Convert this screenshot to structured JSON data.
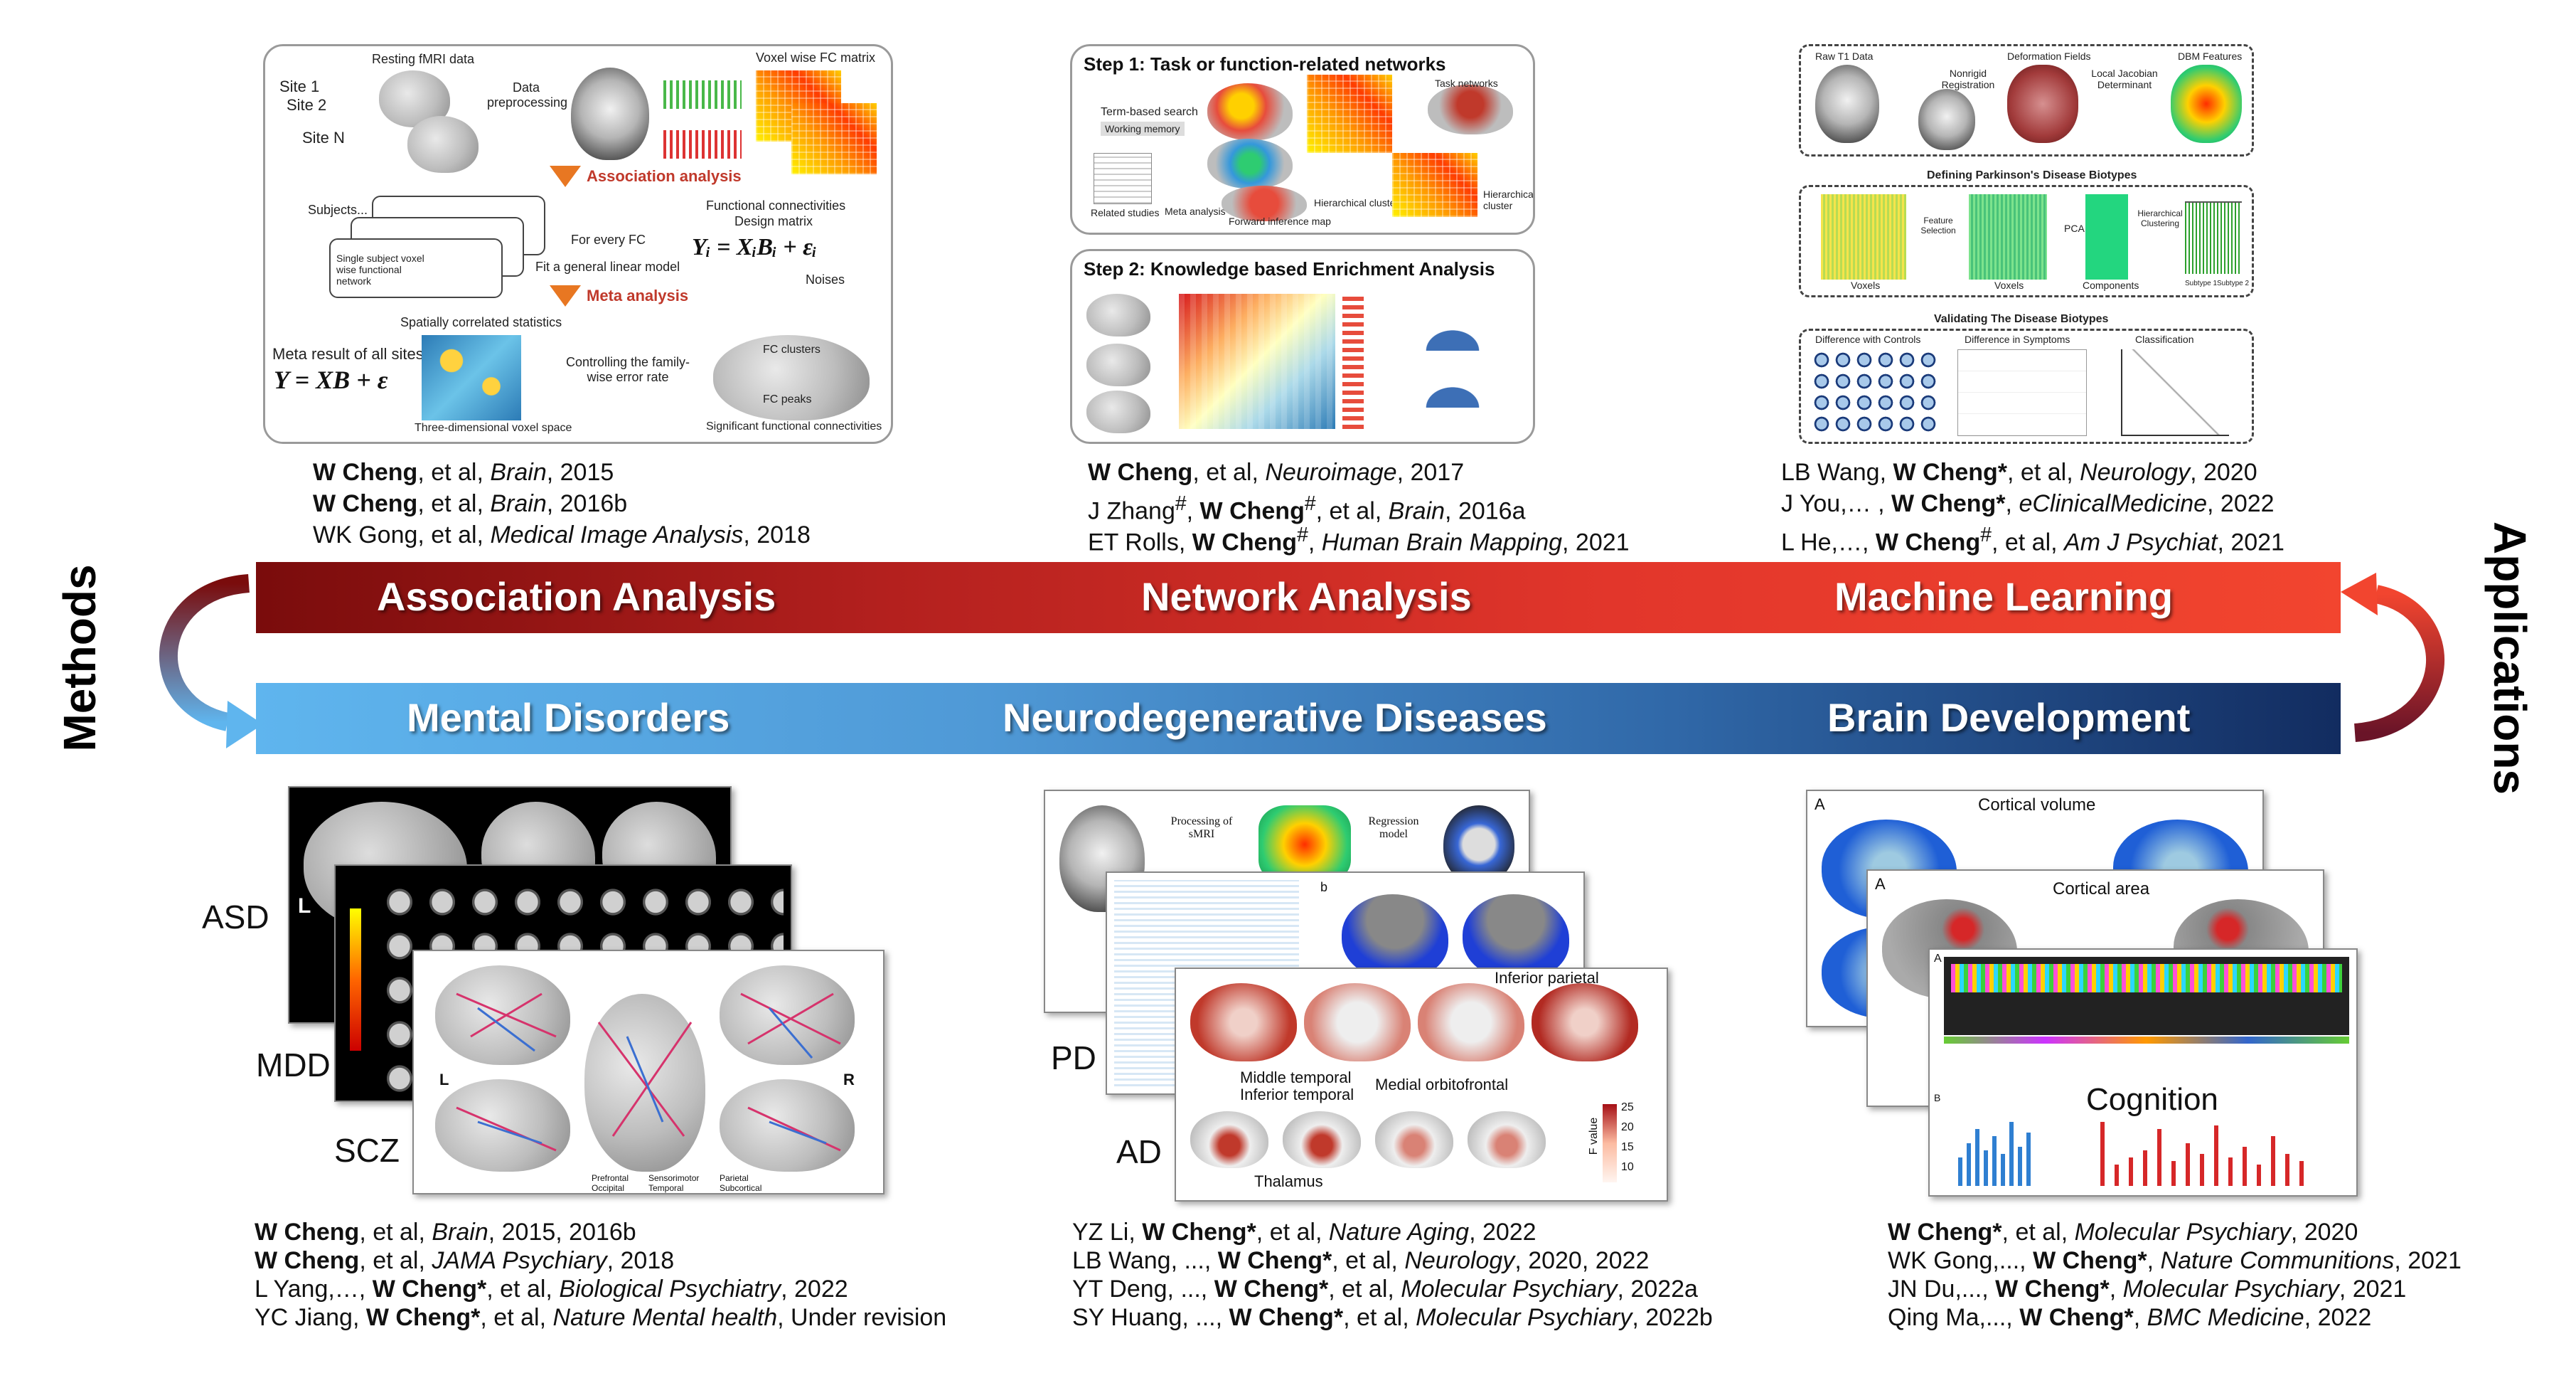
{
  "methods_label": "Methods",
  "applications_label": "Applications",
  "method_bar": {
    "items": [
      "Association Analysis",
      "Network Analysis",
      "Machine Learning"
    ]
  },
  "application_bar": {
    "items": [
      "Mental Disorders",
      "Neurodegenerative Diseases",
      "Brain Development"
    ]
  },
  "panel_association": {
    "resting_fmri": "Resting fMRI data",
    "site1": "Site 1",
    "site2": "Site 2",
    "siteN": "Site N",
    "data_preprocessing": "Data preprocessing",
    "voxel_fc": "Voxel wise FC matrix",
    "association_analysis": "Association analysis",
    "subjects": "Subjects...",
    "single_subject": "Single subject voxel wise functional network",
    "for_every_fc": "For every FC",
    "fit_glm": "Fit a general linear model",
    "functional_connectivities": "Functional connectivities",
    "design_matrix": "Design matrix",
    "noises": "Noises",
    "equation1": "Yᵢ = XᵢBᵢ + εᵢ",
    "meta_analysis": "Meta analysis",
    "meta_result": "Meta result of all sites",
    "equation2": "Y = XB + ε",
    "spatial_stats": "Spatially correlated statistics",
    "three_dim": "Three-dimensional voxel space",
    "controlling": "Controlling the family-wise error rate",
    "fc_clusters": "FC clusters",
    "fc_peaks": "FC peaks",
    "significant_fc": "Significant functional connectivities"
  },
  "panel_network": {
    "step1": "Step 1:  Task or function-related networks",
    "task_networks": "Task networks",
    "term_search": "Term-based search",
    "working_memory": "Working memory",
    "related_studies": "Related studies",
    "meta_analysis": "Meta analysis",
    "forward_map": "Forward inference map",
    "hierarchical_analysis": "Hierarchical clustering analysis",
    "hierarchical_cluster": "Hierarchical cluster",
    "step2": "Step 2: Knowledge based Enrichment Analysis"
  },
  "panel_ml": {
    "raw_t1": "Raw T1 Data",
    "nonrigid": "Nonrigid Registration",
    "deformation": "Deformation Fields",
    "jacobian": "Local Jacobian Determinant",
    "dbm": "DBM Features",
    "defining": "Defining Parkinson's Disease Biotypes",
    "feature_selection": "Feature Selection",
    "pca": "PCA",
    "hier_clustering": "Hierarchical Clustering",
    "voxels": "Voxels",
    "components": "Components",
    "subtype1": "Subtype 1",
    "subtype2": "Subtype 2",
    "validating": "Validating The Disease Biotypes",
    "difference_controls": "Difference with Controls",
    "difference_symptoms": "Difference in Symptoms",
    "classification": "Classification"
  },
  "citations_methods": {
    "association": [
      {
        "author": "W Cheng",
        "rest": ", et al, ",
        "journal": "Brain",
        "year": ", 2015"
      },
      {
        "author": "W Cheng",
        "rest": ", et al, ",
        "journal": "Brain",
        "year": ", 2016b"
      },
      {
        "author": "WK Gong",
        "rest": ", et al, ",
        "journal": "Medical Image Analysis",
        "year": ", 2018"
      }
    ],
    "network": [
      {
        "author": "W Cheng",
        "rest": ", et al, ",
        "journal": "Neuroimage",
        "year": ", 2017"
      },
      {
        "pre": "J Zhang",
        "pre_sup": "#",
        "mid": ", ",
        "author": "W Cheng",
        "sup": "#",
        "rest": ", et al, ",
        "journal": "Brain",
        "year": ", 2016a"
      },
      {
        "pre": "ET Rolls, ",
        "author": "W Cheng",
        "sup": "#",
        "rest": ", ",
        "journal": "Human Brain Mapping",
        "year": ", 2021"
      }
    ],
    "ml": [
      {
        "pre": "LB Wang, ",
        "author": "W Cheng*",
        "rest": ", et al, ",
        "journal": "Neurology",
        "year": ", 2020"
      },
      {
        "pre": "J You,… , ",
        "author": "W Cheng*",
        "rest": ", ",
        "journal": "eClinicalMedicine",
        "year": ", 2022"
      },
      {
        "pre": "L He,…, ",
        "author": "W Cheng",
        "sup": "#",
        "rest": ", et al, ",
        "journal": "Am J Psychiat",
        "year": ", 2021"
      }
    ]
  },
  "disorders": [
    "ASD",
    "MDD",
    "SCZ"
  ],
  "neuro_labels": [
    "PD",
    "AD"
  ],
  "fig_mental": {
    "L": "L",
    "R": "R",
    "legend": [
      "Prefrontal",
      "Sensorimotor",
      "Parietal",
      "Occipital",
      "Temporal",
      "Subcortical"
    ]
  },
  "fig_neuro": {
    "processing": "Processing of sMRI",
    "regression": "Regression model",
    "inferior_parietal": "Inferior parietal",
    "middle_temporal": "Middle temporal",
    "inferior_temporal": "Inferior temporal",
    "medial_orbitofrontal": "Medial orbitofrontal",
    "thalamus": "Thalamus",
    "fvalue": "F value",
    "scale": [
      "25",
      "20",
      "15",
      "10"
    ],
    "panel_b": "b"
  },
  "fig_dev": {
    "cortical_volume": "Cortical volume",
    "cortical_area": "Cortical area",
    "cognition": "Cognition",
    "panel_a": "A",
    "panel_b": "B"
  },
  "citations_applications": {
    "mental": [
      {
        "author": "W Cheng",
        "rest": ", et al, ",
        "journal": "Brain",
        "year": ", 2015, 2016b"
      },
      {
        "author": "W Cheng",
        "rest": ", et al, ",
        "journal": "JAMA Psychiary",
        "year": ", 2018"
      },
      {
        "pre": "L Yang,…, ",
        "author": "W Cheng*",
        "rest": ", et al, ",
        "journal": "Biological Psychiatry",
        "year": ", 2022"
      },
      {
        "pre": "YC Jiang, ",
        "author": "W Cheng*",
        "rest": ", et al, ",
        "journal": "Nature Mental health",
        "year": ", Under revision"
      }
    ],
    "neuro": [
      {
        "pre": "YZ Li, ",
        "author": "W Cheng*",
        "rest": ", et al, ",
        "journal": "Nature Aging",
        "year": ", 2022"
      },
      {
        "pre": "LB Wang, ..., ",
        "author": "W Cheng*",
        "rest": ", et al, ",
        "journal": "Neurology",
        "year": ", 2020, 2022"
      },
      {
        "pre": "YT Deng, ..., ",
        "author": "W Cheng*",
        "rest": ", et al, ",
        "journal": "Molecular Psychiary",
        "year": ", 2022a"
      },
      {
        "pre": "SY Huang, ..., ",
        "author": "W Cheng*",
        "rest": ", et al, ",
        "journal": "Molecular Psychiary",
        "year": ", 2022b"
      }
    ],
    "dev": [
      {
        "author": "W Cheng*",
        "rest": ", et al, ",
        "journal": "Molecular Psychiary",
        "year": ", 2020"
      },
      {
        "pre": "WK Gong,..., ",
        "author": "W Cheng*",
        "rest": ", ",
        "journal": "Nature Communitions",
        "year": ", 2021"
      },
      {
        "pre": "JN Du,..., ",
        "author": "W Cheng*",
        "rest": ", ",
        "journal": "Molecular Psychiary",
        "year": ", 2021"
      },
      {
        "pre": "Qing Ma,..., ",
        "author": "W Cheng*",
        "rest": ", ",
        "journal": "BMC Medicine",
        "year": ", 2022"
      }
    ]
  }
}
